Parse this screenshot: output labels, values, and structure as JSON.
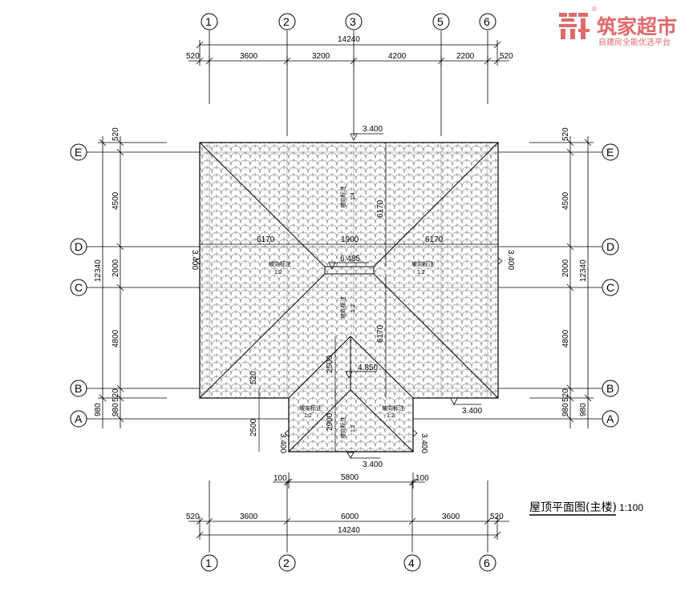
{
  "logo": {
    "name": "筑家超市",
    "slogan": "自建房全能优选平台",
    "registered": "®"
  },
  "title": {
    "text": "屋顶平面图(主楼)",
    "scale": "1:100"
  },
  "axes_top": [
    "1",
    "2",
    "3",
    "5",
    "6"
  ],
  "axes_bottom": [
    "1",
    "2",
    "4",
    "6"
  ],
  "axes_left": [
    "E",
    "D",
    "C",
    "B",
    "A"
  ],
  "axes_right": [
    "E",
    "D",
    "C",
    "B",
    "A"
  ],
  "dims_top": {
    "total": "14240",
    "parts": [
      "520",
      "3600",
      "3200",
      "4200",
      "2200",
      "520"
    ]
  },
  "dims_bottom": {
    "total": "14240",
    "parts": [
      "520",
      "3600",
      "6000",
      "3600",
      "520"
    ],
    "porch": "5800",
    "porch_left": "100",
    "porch_right": "100"
  },
  "dims_left": {
    "total": "12340",
    "parts": [
      "520",
      "4500",
      "2000",
      "4800",
      "520",
      "980"
    ]
  },
  "dims_right": {
    "total": "12340",
    "parts": [
      "520",
      "4500",
      "2000",
      "4800",
      "520",
      "980"
    ]
  },
  "elevations": {
    "top": "3.400",
    "left": "3.400",
    "right": "3.400",
    "ridge": "6.485",
    "porch_ridge": "4.850",
    "porch_bottom": "3.400",
    "porch_left": "3.400",
    "porch_right": "3.400",
    "eave_right": "3.400"
  },
  "roof_dims": {
    "left_6170": "6170",
    "ridge_1900": "1900",
    "right_6170": "6170",
    "v_top_6170": "6170",
    "v_bottom_6170": "6170",
    "porch_2500": "2500",
    "porch_520": "520",
    "porch_2900": "2900",
    "porch_2500b": "2500"
  },
  "slopes": {
    "label": "坡向标注",
    "ratio": "1:2",
    "top_ratio": "1:4"
  }
}
